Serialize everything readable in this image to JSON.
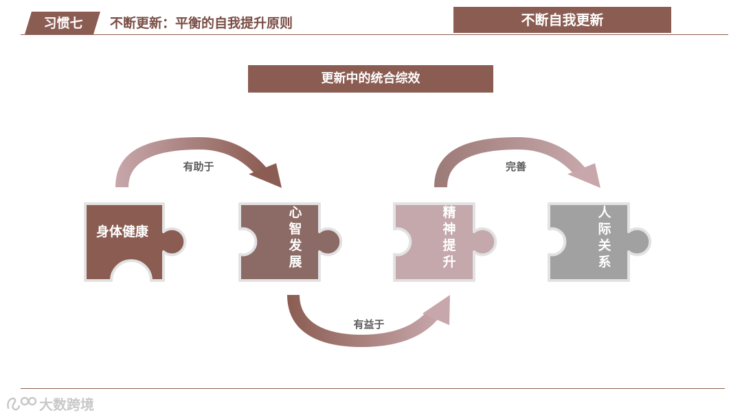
{
  "header": {
    "habit_label": "习惯七",
    "page_title": "不断更新：平衡的自我提升原则",
    "section_label": "不断自我更新"
  },
  "diagram": {
    "subtitle": "更新中的统合综效",
    "pieces": [
      {
        "label": "身体健康",
        "color": "#8b5c52"
      },
      {
        "label": "心智发展",
        "color": "#8c6a65"
      },
      {
        "label": "精神提升",
        "color": "#c4a8ac"
      },
      {
        "label": "人际关系",
        "color": "#a1a1a1"
      }
    ],
    "arrows": [
      {
        "label": "有助于"
      },
      {
        "label": "有益于"
      },
      {
        "label": "完善"
      }
    ]
  },
  "footer": {
    "logo_text": "大数跨境"
  }
}
